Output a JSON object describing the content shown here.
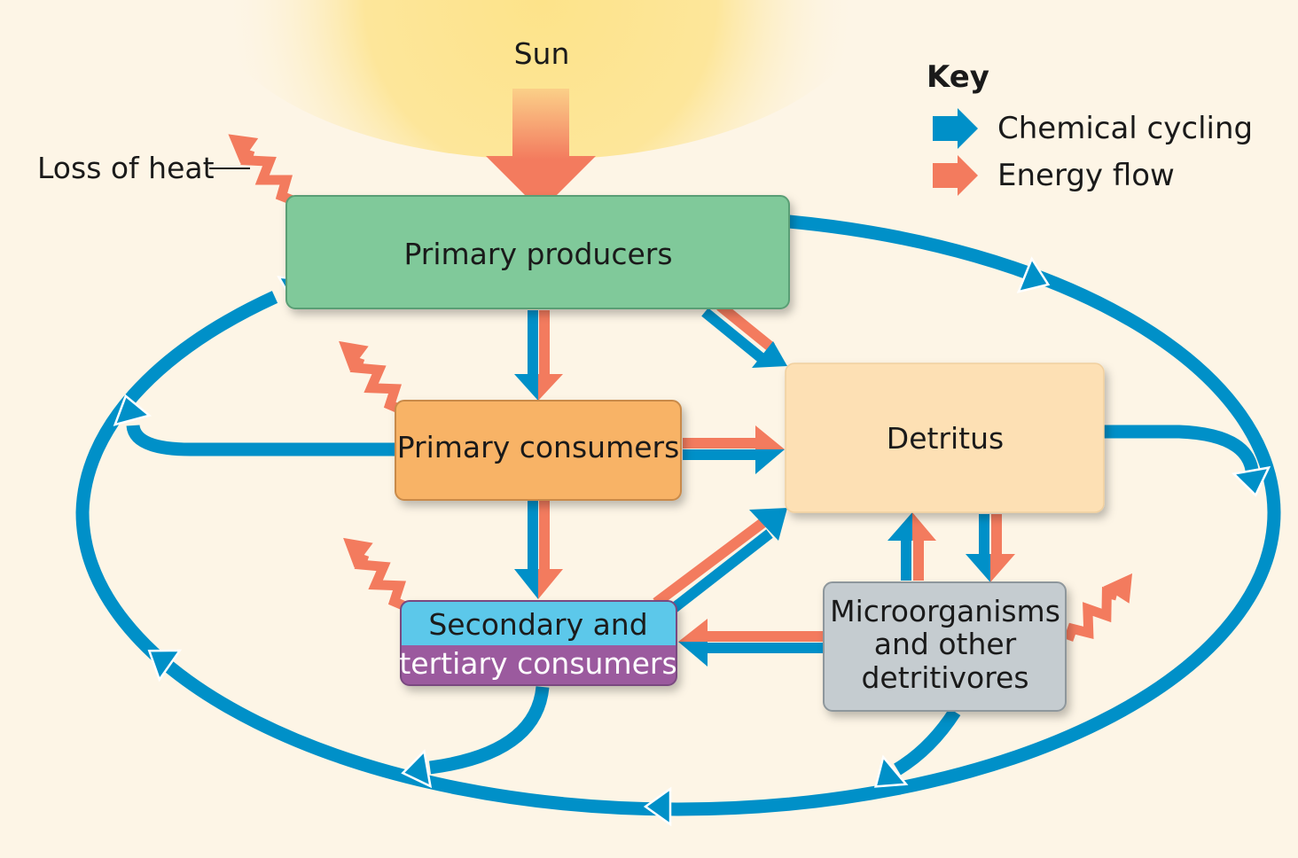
{
  "sun_label": "Sun",
  "loss_of_heat_label": "Loss of heat",
  "key": {
    "title": "Key",
    "items": [
      {
        "label": "Chemical cycling",
        "color": "#0090c8"
      },
      {
        "label": "Energy flow",
        "color": "#f37b5e"
      }
    ]
  },
  "nodes": {
    "primary_producers": {
      "label": "Primary producers",
      "color": "#80c99a"
    },
    "primary_consumers": {
      "label": "Primary consumers",
      "color": "#f8b366"
    },
    "detritus": {
      "label": "Detritus",
      "color": "#fde0b4"
    },
    "secondary": {
      "line1": "Secondary and",
      "line2": "tertiary consumers",
      "color_top": "#5bc8ea",
      "color_bottom": "#9b5a9e"
    },
    "microorganisms": {
      "line1": "Microorganisms",
      "line2": "and other",
      "line3": "detritivores",
      "color": "#c5ccd0"
    }
  }
}
